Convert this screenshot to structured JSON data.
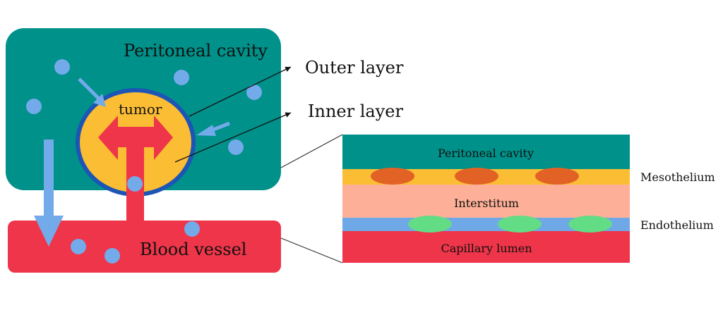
{
  "diagram": {
    "labels": {
      "peritoneal_cavity": "Peritoneal cavity",
      "tumor": "tumor",
      "blood_vessel": "Blood vessel",
      "outer_layer": "Outer layer",
      "inner_layer": "Inner layer"
    },
    "detail_panel": {
      "layers": [
        {
          "name": "Peritoneal cavity",
          "color": "#00918a"
        },
        {
          "name": "",
          "color": "#fbbd33"
        },
        {
          "name": "Interstitum",
          "color": "#fdb097"
        },
        {
          "name": "",
          "color": "#6fa8e6"
        },
        {
          "name": "Capillary lumen",
          "color": "#ef3549"
        }
      ],
      "side_labels": {
        "mesothelium": "Mesothelium",
        "endothelium": "Endothelium"
      }
    },
    "colors": {
      "teal": "#00918a",
      "tumor_fill": "#fbbd33",
      "tumor_border": "#1c55b5",
      "red": "#ef3549",
      "particle": "#73aaea",
      "mesothelial_cell": "#e26226",
      "endothelial_cell": "#63dc86"
    }
  }
}
